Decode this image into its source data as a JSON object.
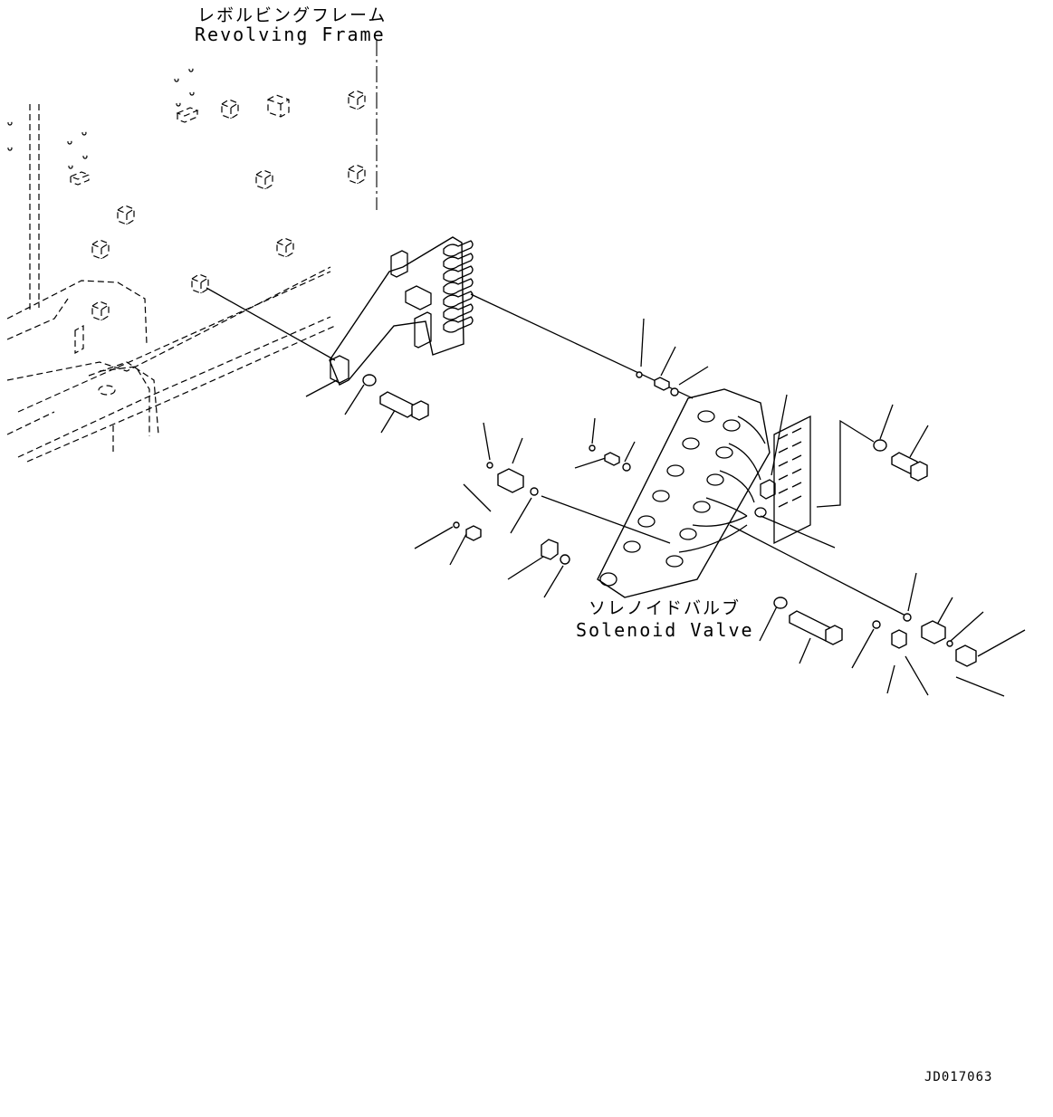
{
  "labels": {
    "revolving_frame_jp": "レボルビングフレーム",
    "revolving_frame_en": "Revolving Frame",
    "solenoid_valve_jp": "ソレノイドバルブ",
    "solenoid_valve_en": "Solenoid Valve",
    "drawing_code": "JD017063"
  },
  "colors": {
    "line": "#000000",
    "background": "#ffffff"
  }
}
